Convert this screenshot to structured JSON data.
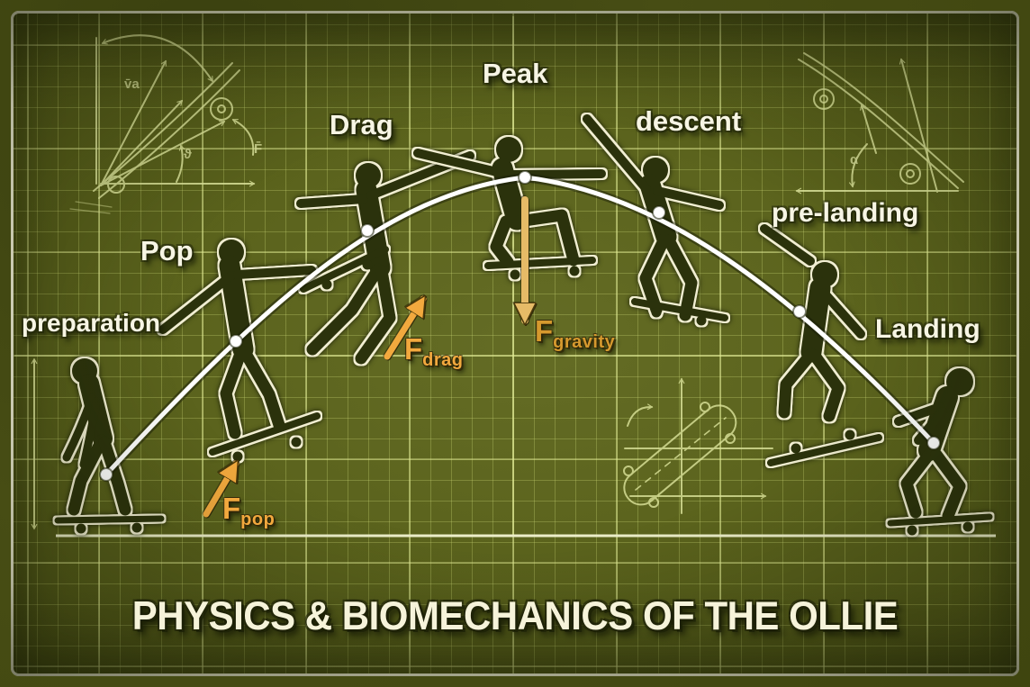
{
  "title": "PHYSICS & BIOMECHANICS OF THE OLLIE",
  "phases": {
    "preparation": {
      "label": "preparation"
    },
    "pop": {
      "label": "Pop"
    },
    "drag": {
      "label": "Drag"
    },
    "peak": {
      "label": "Peak"
    },
    "descent": {
      "label": "descent"
    },
    "pre_landing": {
      "label": "pre-landing"
    },
    "landing": {
      "label": "Landing"
    }
  },
  "forces": {
    "pop": {
      "symbol": "F",
      "subscript": "pop"
    },
    "drag": {
      "symbol": "F",
      "subscript": "drag"
    },
    "gravity": {
      "symbol": "F",
      "subscript": "gravity"
    }
  },
  "sketch_annotations": {
    "takeoff_velocity": "v̄a",
    "takeoff_angle": "ϑ",
    "takeoff_force": "F̄",
    "landing_angle": "α"
  },
  "colors": {
    "background_green": "#5a621c",
    "grid_line": "#cdda78",
    "frame_line": "#ecebd2",
    "silhouette": "#2b320c",
    "silhouette_outline": "#f1eed2",
    "trajectory": "#ffffff",
    "force_arrow_orange": "#f2a93e",
    "force_arrow_tan": "#e6bb67",
    "sketch_line": "#dde59c",
    "label_text": "#f7f5e4"
  }
}
